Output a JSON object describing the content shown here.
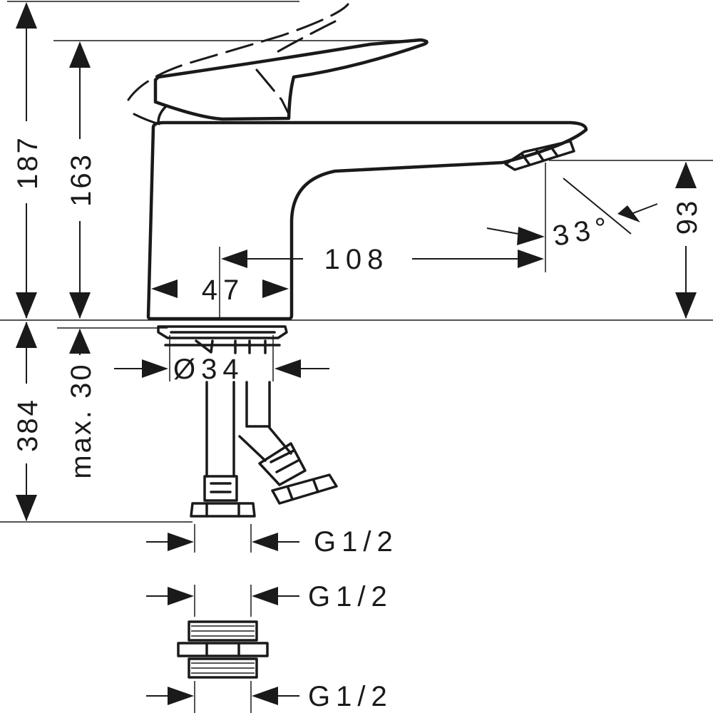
{
  "dimensions": {
    "total_height": "187",
    "lever_height": "163",
    "spout_height": "93",
    "spout_reach": "108",
    "body_width": "47",
    "angle": "33°",
    "mounting_diameter": "Ø34",
    "max_thickness": "max. 30",
    "hose_length": "384",
    "connection_top": "G1/2",
    "adapter_top": "G1/2",
    "adapter_bottom": "G1/2"
  }
}
